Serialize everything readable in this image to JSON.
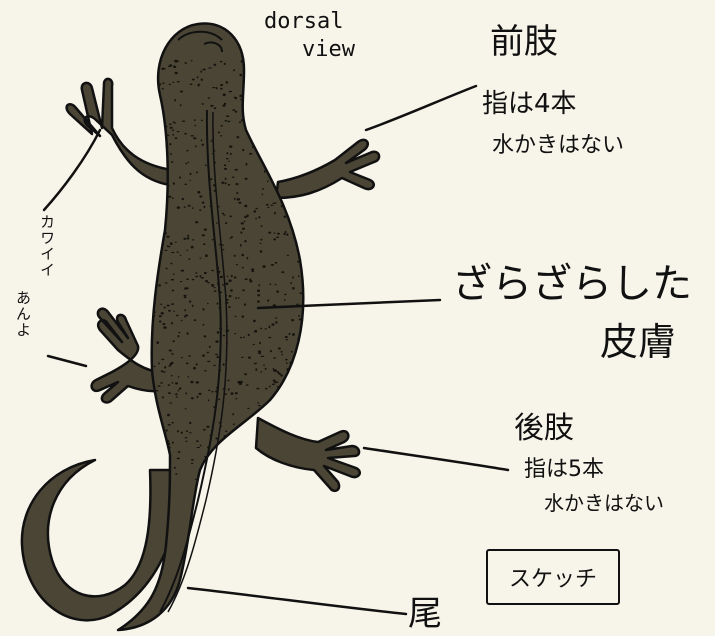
{
  "view_label": [
    "dorsal",
    "view"
  ],
  "labels": {
    "forelimb": {
      "title": "前肢",
      "lines": [
        "指は4本",
        "水かきはない"
      ]
    },
    "skin": [
      "ざらざらした",
      "皮膚"
    ],
    "hindlimb": {
      "title": "後肢",
      "lines": [
        "指は5本",
        "水かきはない"
      ]
    },
    "tail": "尾",
    "cute": [
      "カワイイ",
      "あんよ"
    ]
  },
  "stamp": "スケッチ",
  "colors": {
    "background": "#f7f5ea",
    "body_fill": "#4a4535",
    "outline": "#111111",
    "dots": "#15130d"
  }
}
